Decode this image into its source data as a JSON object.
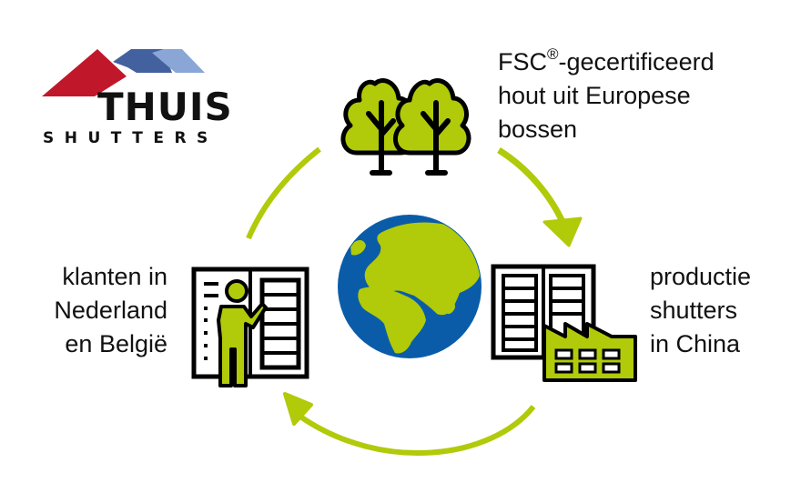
{
  "logo": {
    "brand_line1": "THUIS",
    "brand_line2": "SHUTTERS",
    "roof_colors": [
      "#c0182a",
      "#44619f",
      "#8aa6d6"
    ]
  },
  "diagram": {
    "type": "cycle",
    "accent_color": "#b1ca09",
    "globe_ocean_color": "#0b5ca8",
    "nodes": [
      {
        "id": "forest",
        "icon": "trees-icon",
        "label_line1": "FSC",
        "label_sup": "®",
        "label_line1_rest": "-gecertificeerd",
        "label_line2": "hout uit Europese",
        "label_line3": "bossen"
      },
      {
        "id": "factory",
        "icon": "factory-shutters-icon",
        "label_line1": "productie",
        "label_line2": "shutters",
        "label_line3": "in China"
      },
      {
        "id": "customer",
        "icon": "person-shutters-icon",
        "label_line1": "klanten in",
        "label_line2": "Nederland",
        "label_line3": "en België"
      }
    ],
    "center_icon": "globe-icon",
    "arrows": [
      {
        "from": "forest",
        "to": "factory"
      },
      {
        "from": "factory",
        "to": "customer"
      },
      {
        "from": "customer",
        "to": "forest"
      }
    ]
  }
}
